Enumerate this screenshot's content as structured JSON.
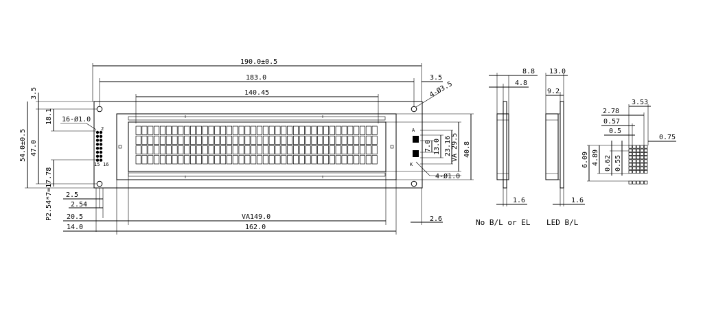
{
  "dims": {
    "overall_width": "190.0±0.5",
    "hole_pitch": "183.0",
    "va_top_width": "140.45",
    "hole_offset": "3.5",
    "hole_spec": "4-Ø3.5",
    "top_margin": "3.5",
    "overall_height": "54.0±0.5",
    "hole_vpitch": "47.0",
    "pin_top_offset": "18.1",
    "pin_spec": "16-Ø1.0",
    "pin_pitch": "P2.54*7=17.78",
    "pin1_label": "2",
    "pin15_label": "15",
    "pin16_label": "16",
    "d_2_5": "2.5",
    "d_2_54": "2.54",
    "d_20_5": "20.5",
    "d_14_0": "14.0",
    "va_width": "VA149.0",
    "bezel_width": "162.0",
    "right_margin": "2.6",
    "bezel_height": "40.8",
    "va_height": "VA 29.5",
    "led_pitch": "23.16",
    "led_pin_h": "13.0",
    "led_pad_h": "7.0",
    "led_hole_spec": "4-Ø1.0",
    "anode_label": "A",
    "cathode_label": "K"
  },
  "side_view_1": {
    "d_8_8": "8.8",
    "d_4_8": "4.8",
    "d_1_6": "1.6",
    "caption": "No B/L or EL"
  },
  "side_view_2": {
    "d_13_0": "13.0",
    "d_9_2": "9.2",
    "d_1_6": "1.6",
    "caption": "LED B/L"
  },
  "char_detail": {
    "d_3_53": "3.53",
    "d_2_78": "2.78",
    "d_0_57": "0.57",
    "d_0_5": "0.5",
    "d_0_75": "0.75",
    "d_6_09": "6.09",
    "d_4_89": "4.89",
    "d_0_62": "0.62",
    "d_0_55": "0.55"
  }
}
